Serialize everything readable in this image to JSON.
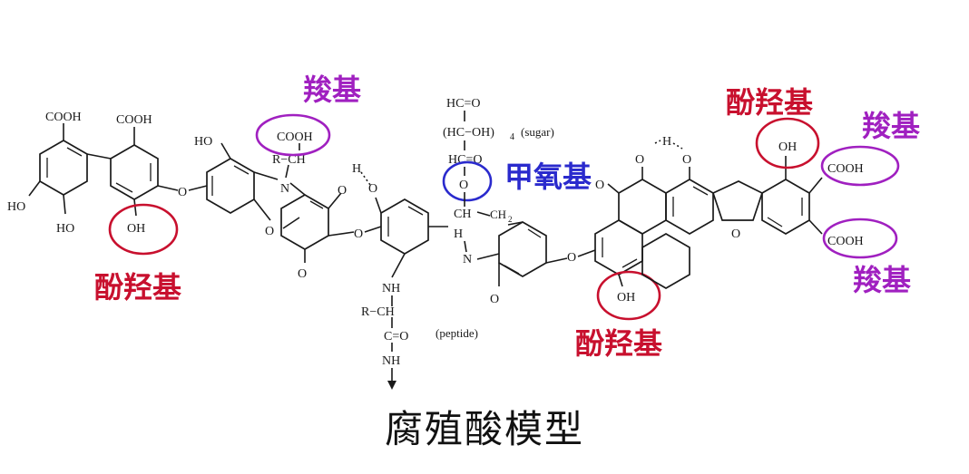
{
  "caption": "腐殖酸模型",
  "colors": {
    "phenolic": "#c8102e",
    "carboxyl": "#a020c0",
    "methoxy": "#2a2acd",
    "structure": "#1a1a1a"
  },
  "labels": {
    "phenolic_hydroxyl": "酚羟基",
    "carboxyl": "羧基",
    "methoxy": "甲氧基"
  },
  "groups": {
    "cooh": "COOH",
    "oh": "OH",
    "ho": "HO",
    "h": "H",
    "o": "O",
    "n": "N",
    "nh": "NH",
    "ch2": "CH",
    "ch2_sub": "2",
    "ch": "CH",
    "r_ch": "R−CH",
    "r_ch_short": "R",
    "hc_o": "HC=O",
    "hc_oh": "(HC−OH)",
    "hc_oh_sub": "4",
    "sugar": "(sugar)",
    "peptide": "(peptide)",
    "c_o": "C=O",
    "h_dots": "H"
  }
}
